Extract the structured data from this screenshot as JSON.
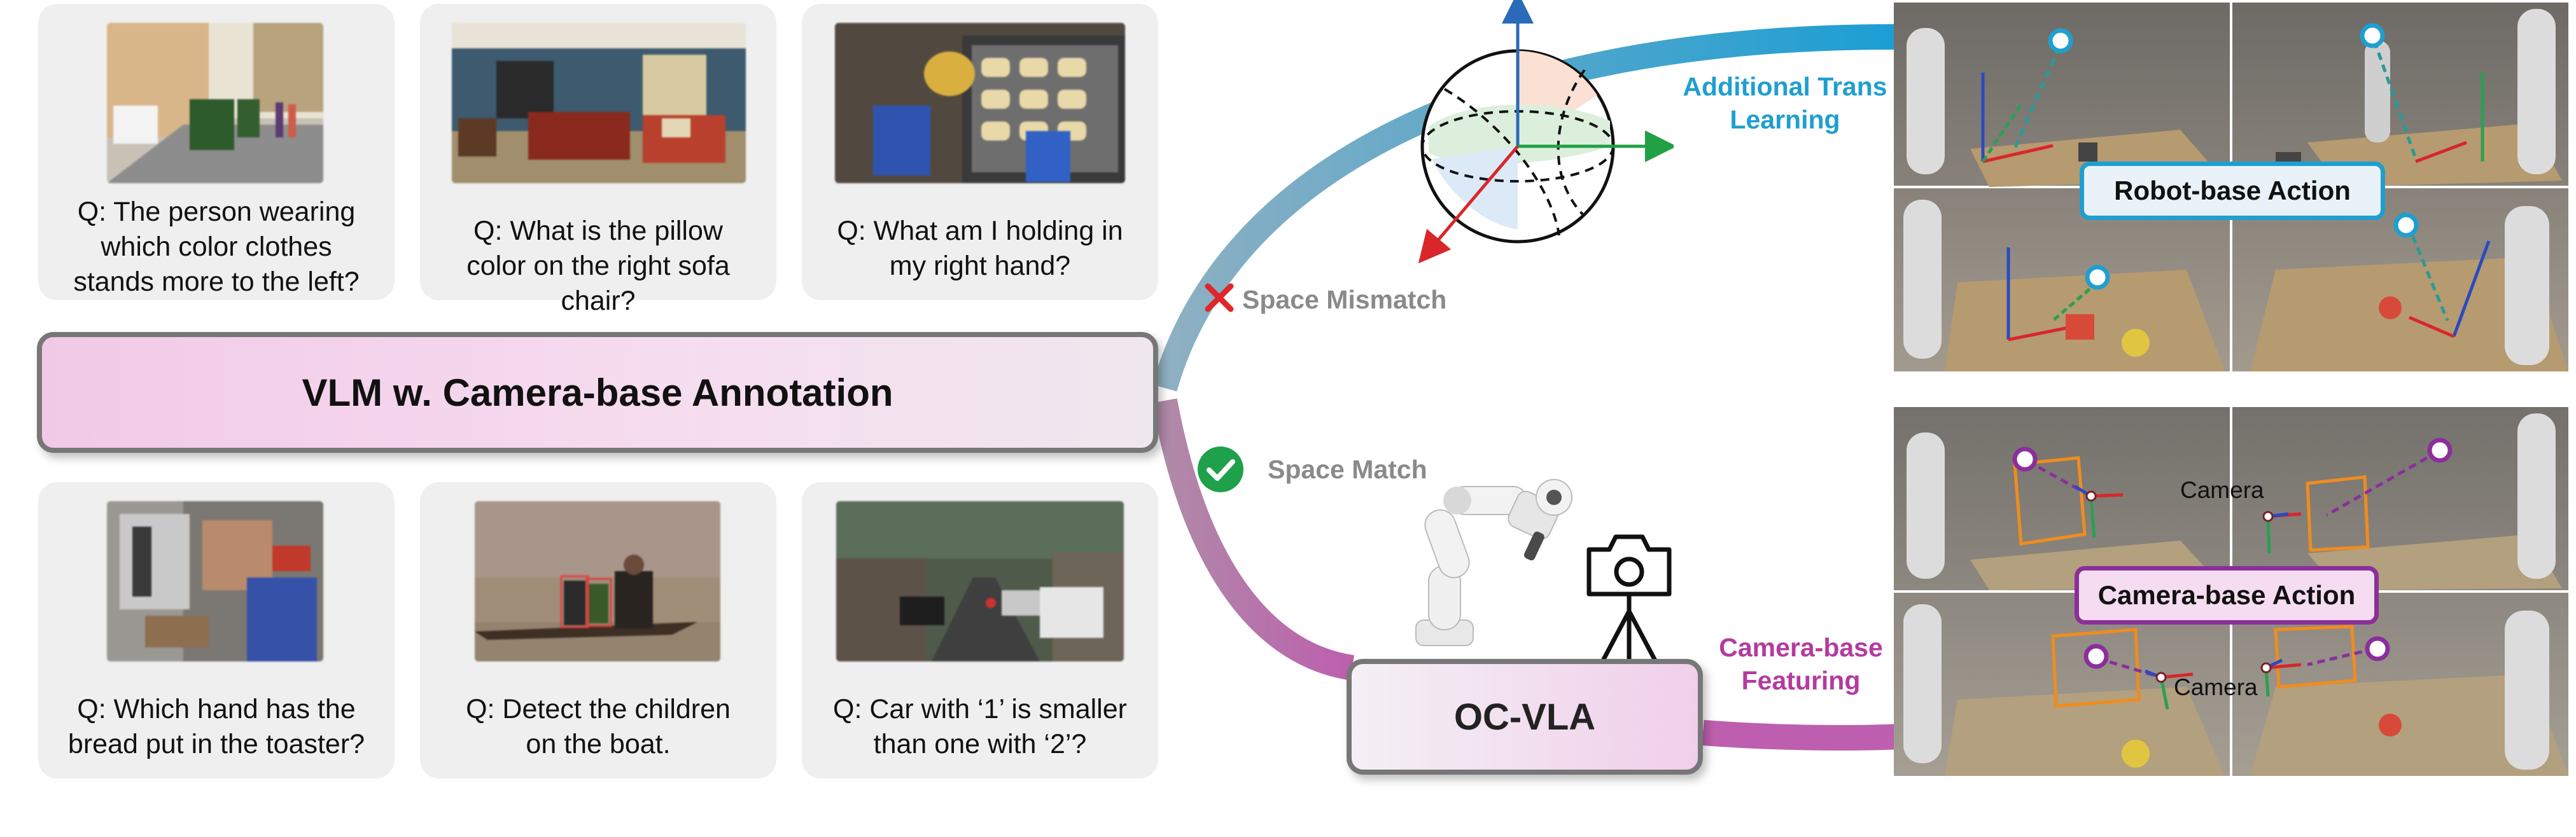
{
  "cards_top": [
    {
      "question": "Q: The person wearing which color clothes stands more to the left?"
    },
    {
      "question": "Q: What is the pillow color on the right sofa chair?"
    },
    {
      "question": "Q: What am I holding in my right hand?"
    }
  ],
  "cards_bottom": [
    {
      "question": "Q: Which hand has the bread put in the toaster?"
    },
    {
      "question": "Q: Detect the children on the boat."
    },
    {
      "question": "Q: Car with ‘1’ is smaller than one with ‘2’?"
    }
  ],
  "main_box": {
    "title": "VLM w. Camera-base Annotation"
  },
  "oc_box": {
    "title": "OC-VLA"
  },
  "labels": {
    "mismatch": "Space Mismatch",
    "match": "Space Match",
    "trans_line1": "Additional Trans",
    "trans_line2": "Learning",
    "feat_line1": "Camera-base",
    "feat_line2": "Featuring"
  },
  "panels": {
    "robot_tag": "Robot-base Action",
    "camera_tag": "Camera-base Action",
    "camera_label": "Camera"
  },
  "colors": {
    "teal": "#1f9fd0",
    "magenta": "#b43aa0",
    "mismatch_x": "#e0262b",
    "match_check": "#1fa04a"
  }
}
